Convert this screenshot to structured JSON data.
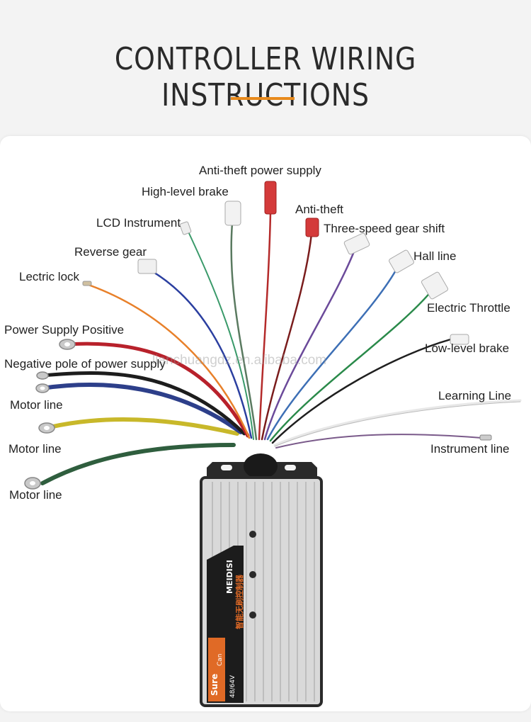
{
  "title": "CONTROLLER WIRING INSTRUCTIONS",
  "watermark": "lianchuangdz.en.alibaba.com",
  "colors": {
    "accent": "#e88a1c",
    "housing": "#d9d9d9",
    "label_panel": "#e06a26"
  },
  "labels": {
    "anti_theft_power_supply": "Anti-theft power supply",
    "high_level_brake": "High-level brake",
    "lcd_instrument": "LCD Instrument",
    "anti_theft": "Anti-theft",
    "three_speed_gear_shift": "Three-speed gear shift",
    "reverse_gear": "Reverse gear",
    "hall_line": "Hall line",
    "lectric_lock": "Lectric lock",
    "electric_throttle": "Electric Throttle",
    "power_supply_positive": "Power Supply Positive",
    "low_level_brake": "Low-level brake",
    "negative_pole": "Negative pole of power supply",
    "motor_line_1": "Motor line",
    "learning_line": "Learning Line",
    "motor_line_2": "Motor line",
    "instrument_line": "Instrument line",
    "motor_line_3": "Motor line"
  },
  "controller_label": {
    "brand": "MEIDISI",
    "chinese_main": "智能无刷控制器",
    "sure": "Sure",
    "can": "Can",
    "voltage": "48/64V"
  }
}
